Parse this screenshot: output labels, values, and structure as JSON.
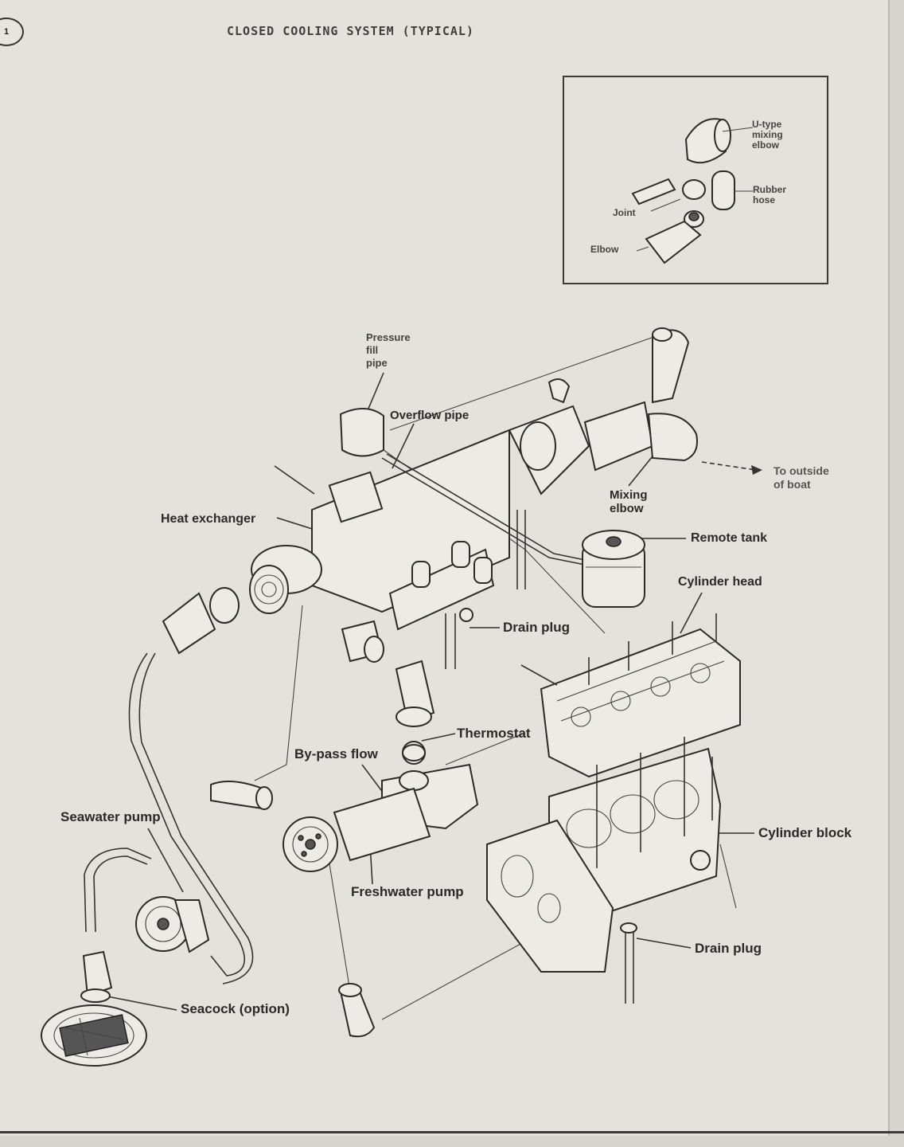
{
  "page": {
    "badge": "1",
    "title": "CLOSED COOLING SYSTEM (TYPICAL)"
  },
  "inset": {
    "labels": {
      "u_type": "U-type\nmixing\nelbow",
      "rubber_hose": "Rubber\nhose",
      "joint": "Joint",
      "elbow": "Elbow"
    }
  },
  "labels": {
    "pressure_fill_pipe": "Pressure\nfill\npipe",
    "overflow_pipe": "Overflow pipe",
    "to_outside": "To outside\nof boat",
    "mixing_elbow": "Mixing\nelbow",
    "heat_exchanger": "Heat exchanger",
    "remote_tank": "Remote tank",
    "cylinder_head": "Cylinder head",
    "drain_plug_upper": "Drain plug",
    "thermostat": "Thermostat",
    "bypass_flow": "By-pass flow",
    "seawater_pump": "Seawater pump",
    "cylinder_block": "Cylinder block",
    "freshwater_pump": "Freshwater pump",
    "drain_plug_lower": "Drain plug",
    "seacock": "Seacock (option)"
  }
}
